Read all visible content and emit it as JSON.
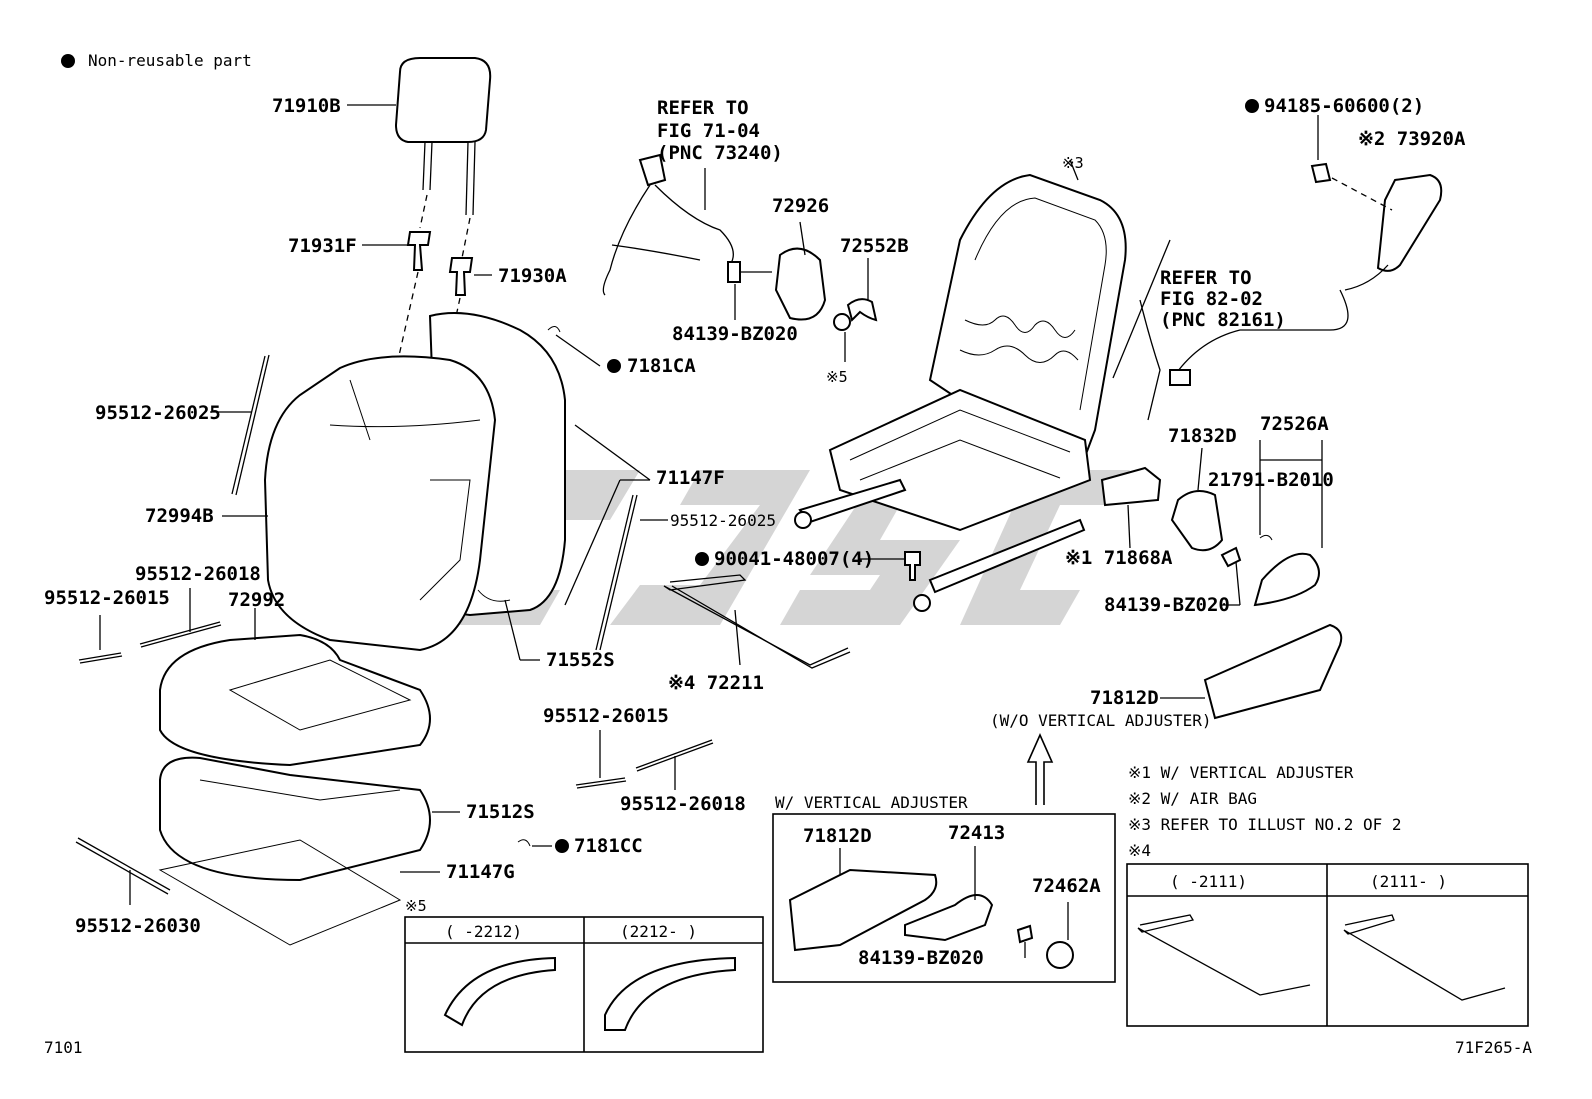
{
  "legend": {
    "non_reusable_label": "Non-reusable part"
  },
  "labels": {
    "p71910B": "71910B",
    "p71931F": "71931F",
    "p71930A": "71930A",
    "p95512_26025a": "95512-26025",
    "p72994B": "72994B",
    "p95512_26018a": "95512-26018",
    "p95512_26015a": "95512-26015",
    "p72992": "72992",
    "p71512S": "71512S",
    "p71147G": "71147G",
    "p95512_26030": "95512-26030",
    "p71147F": "71147F",
    "p95512_26025b": "95512-26025",
    "p71552S": "71552S",
    "p7181CA": "7181CA",
    "p7181CC": "7181CC",
    "refer1_l1": "REFER TO",
    "refer1_l2": "FIG 71-04",
    "refer1_l3": "(PNC 73240)",
    "p72926": "72926",
    "p84139a": "84139-BZ020",
    "p72552B": "72552B",
    "note5a": "※5",
    "note3a": "※3",
    "p94185": "94185-60600(2)",
    "p73920A": "※2 73920A",
    "refer2_l1": "REFER TO",
    "refer2_l2": "FIG 82-02",
    "refer2_l3": "(PNC 82161)",
    "p71832D": "71832D",
    "p72526A": "72526A",
    "p21791": "21791-B2010",
    "p71868A": "※1 71868A",
    "p84139b": "84139-BZ020",
    "p90041": "90041-48007(4)",
    "p72211": "※4 72211",
    "p71812Da": "71812D",
    "wo_adjuster": "(W/O VERTICAL ADJUSTER)",
    "p95512_26015b": "95512-26015",
    "p95512_26018b": "95512-26018",
    "w_adjuster": "W/ VERTICAL ADJUSTER",
    "p71812Db": "71812D",
    "p72413": "72413",
    "p72462A": "72462A",
    "p84139c": "84139-BZ020",
    "note1": "※1 W/ VERTICAL ADJUSTER",
    "note2": "※2 W/ AIR BAG",
    "note3": "※3 REFER TO ILLUST NO.2 OF 2",
    "note4": "※4",
    "box4_col1": "(     -2111)",
    "box4_col2": "(2111-     )",
    "note5b": "※5",
    "box5_col1": "(     -2212)",
    "box5_col2": "(2212-     )",
    "page_code": "7101",
    "figure_code": "71F265-A"
  }
}
